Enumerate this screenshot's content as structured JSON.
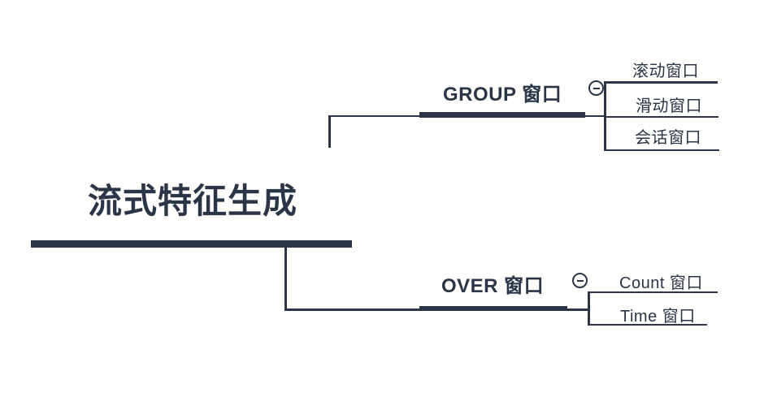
{
  "canvas": {
    "type": "mindmap",
    "background_color": "#fffffd",
    "ink_color": "#2b3548"
  },
  "root": {
    "label": "流式特征生成"
  },
  "branches": [
    {
      "id": "group-window",
      "label": "GROUP 窗口",
      "collapse_button": "minus",
      "children": [
        {
          "label": "滚动窗口"
        },
        {
          "label": "滑动窗口"
        },
        {
          "label": "会话窗口"
        }
      ]
    },
    {
      "id": "over-window",
      "label": "OVER 窗口",
      "collapse_button": "minus",
      "children": [
        {
          "label": "Count 窗口"
        },
        {
          "label": "Time 窗口"
        }
      ]
    }
  ]
}
